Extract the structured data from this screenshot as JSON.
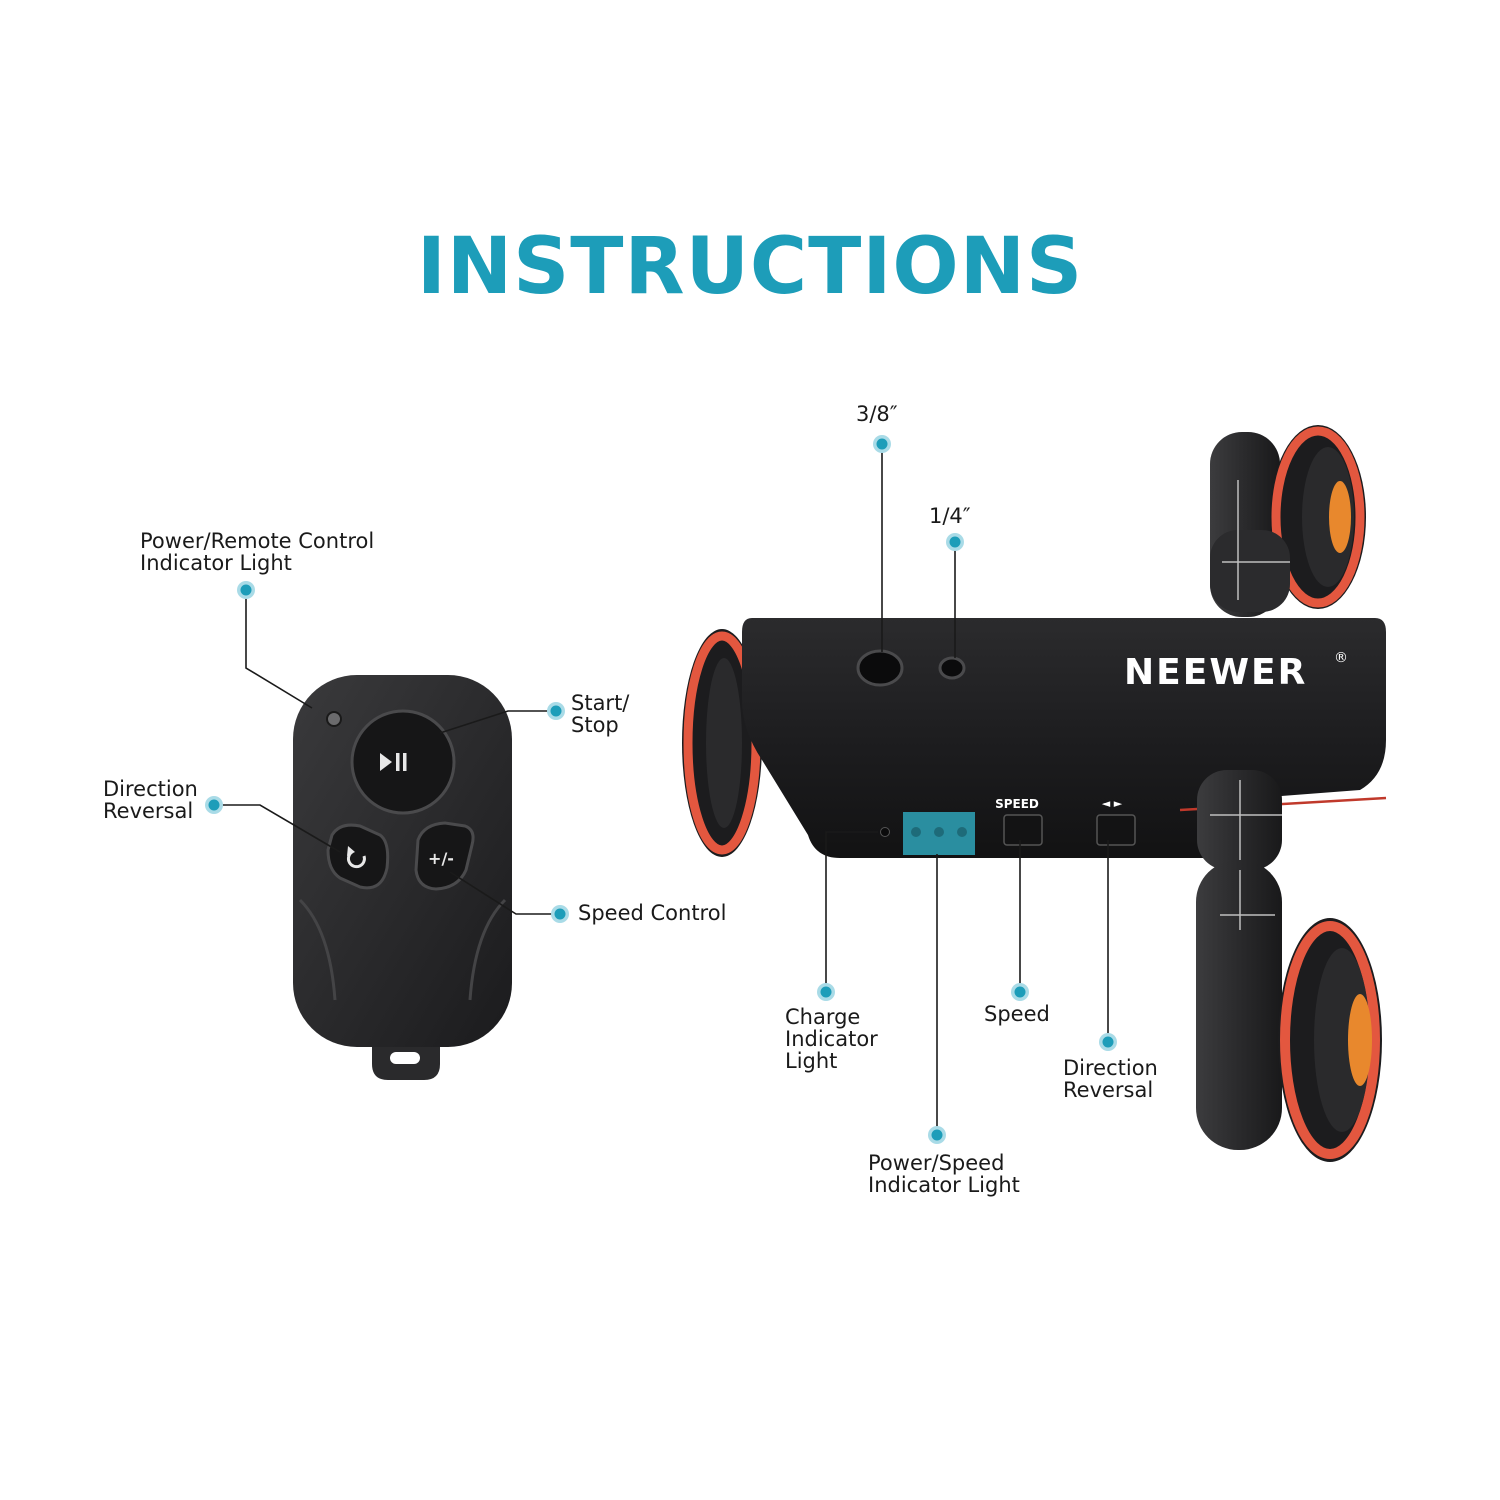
{
  "title": "INSTRUCTIONS",
  "brand": {
    "logo_text": "NEEWER",
    "registered_mark": "®"
  },
  "colors": {
    "accent": "#1d9db9",
    "device_body": "#1f1f21",
    "wheel_ring": "#e3573f",
    "knob": "#e8882d",
    "led_panel": "#2a8ea0"
  },
  "remote": {
    "buttons": {
      "play_pause_icon": "play-pause-icon",
      "reverse_icon": "rotate-icon",
      "speed_text": "+/-"
    },
    "labels": {
      "indicator_light": [
        "Power/Remote Control",
        "Indicator Light"
      ],
      "start_stop": [
        "Start/",
        "Stop"
      ],
      "direction_reversal": [
        "Direction",
        "Reversal"
      ],
      "speed_control": [
        "Speed Control"
      ]
    }
  },
  "dolly": {
    "button_text": {
      "speed": "SPEED",
      "direction_arrows": "◄ ►"
    },
    "labels": {
      "mount_large": "3/8″",
      "mount_small": "1/4″",
      "charge_indicator": [
        "Charge",
        "Indicator",
        "Light"
      ],
      "speed": [
        "Speed"
      ],
      "direction_reversal": [
        "Direction",
        "Reversal"
      ],
      "power_speed_indicator": [
        "Power/Speed",
        "Indicator Light"
      ]
    }
  }
}
